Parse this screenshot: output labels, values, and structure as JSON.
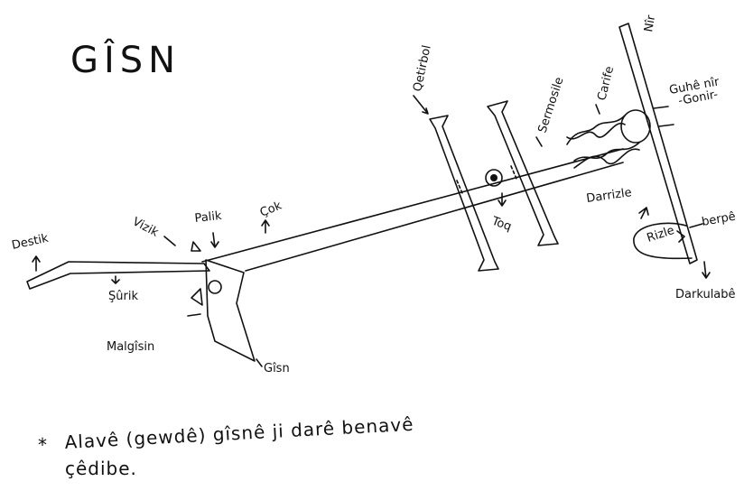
{
  "title": "GÎSN",
  "labels": {
    "destik": "Destik",
    "vizik": "Vizik",
    "palik": "Palik",
    "cok": "Çok",
    "surik": "Şûrik",
    "malgisin": "Malgîsin",
    "gisn": "Gîsn",
    "qetirbol": "Qetirbol",
    "toq": "Toq",
    "sermosile": "Sermosile",
    "carife": "Carife",
    "nir": "Nîr",
    "guhe_nir": "Guhê nîr",
    "gonir": "-Gonir-",
    "darrizle": "Darrizle",
    "rizle": "Rizle",
    "berpe": "berpê",
    "darkulabe": "Darkulabê"
  },
  "note": {
    "star": "*",
    "line1": "Alavê (gewdê) gîsnê ji darê benavê",
    "line2": "çêdibe."
  }
}
